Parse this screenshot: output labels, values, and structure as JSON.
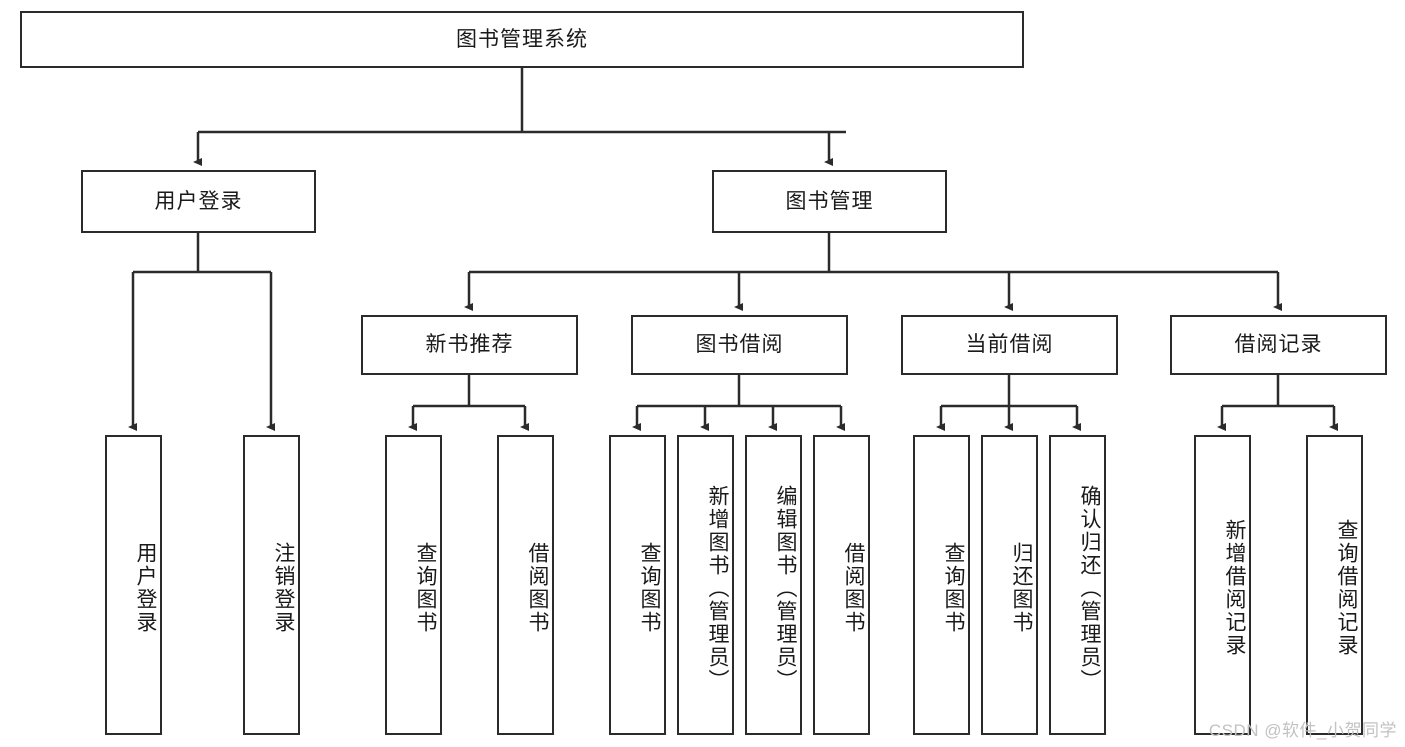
{
  "diagram": {
    "type": "tree",
    "title": "图书管理系统",
    "root": {
      "id": "root",
      "label": "图书管理系统",
      "orientation": "horizontal"
    },
    "level2": [
      {
        "id": "user-login",
        "label": "用户登录",
        "orientation": "horizontal"
      },
      {
        "id": "book-management",
        "label": "图书管理",
        "orientation": "horizontal"
      }
    ],
    "level3": [
      {
        "id": "new-book-recommend",
        "label": "新书推荐",
        "orientation": "horizontal",
        "parent": "book-management"
      },
      {
        "id": "book-borrow",
        "label": "图书借阅",
        "orientation": "horizontal",
        "parent": "book-management"
      },
      {
        "id": "current-borrow",
        "label": "当前借阅",
        "orientation": "horizontal",
        "parent": "book-management"
      },
      {
        "id": "borrow-record",
        "label": "借阅记录",
        "orientation": "horizontal",
        "parent": "book-management"
      }
    ],
    "leaves": [
      {
        "id": "leaf-user-login",
        "label": "用户登录",
        "parent": "user-login",
        "orientation": "vertical"
      },
      {
        "id": "leaf-logout",
        "label": "注销登录",
        "parent": "user-login",
        "orientation": "vertical"
      },
      {
        "id": "leaf-query-book-1",
        "label": "查询图书",
        "parent": "new-book-recommend",
        "orientation": "vertical"
      },
      {
        "id": "leaf-borrow-book-1",
        "label": "借阅图书",
        "parent": "new-book-recommend",
        "orientation": "vertical"
      },
      {
        "id": "leaf-query-book-2",
        "label": "查询图书",
        "parent": "book-borrow",
        "orientation": "vertical"
      },
      {
        "id": "leaf-add-book",
        "label": "新增图书（管理员）",
        "parent": "book-borrow",
        "orientation": "vertical"
      },
      {
        "id": "leaf-edit-book",
        "label": "编辑图书（管理员）",
        "parent": "book-borrow",
        "orientation": "vertical"
      },
      {
        "id": "leaf-borrow-book-2",
        "label": "借阅图书",
        "parent": "book-borrow",
        "orientation": "vertical"
      },
      {
        "id": "leaf-query-book-3",
        "label": "查询图书",
        "parent": "current-borrow",
        "orientation": "vertical"
      },
      {
        "id": "leaf-return-book",
        "label": "归还图书",
        "parent": "current-borrow",
        "orientation": "vertical"
      },
      {
        "id": "leaf-confirm-return",
        "label": "确认归还（管理员）",
        "parent": "current-borrow",
        "orientation": "vertical"
      },
      {
        "id": "leaf-add-record",
        "label": "新增借阅记录",
        "parent": "borrow-record",
        "orientation": "vertical"
      },
      {
        "id": "leaf-query-record",
        "label": "查询借阅记录",
        "parent": "borrow-record",
        "orientation": "vertical"
      }
    ],
    "colors": {
      "stroke": "#2b2b2b",
      "fill": "#ffffff",
      "text": "#1a1a1a",
      "watermark": "#c2c2c2"
    }
  },
  "watermark": {
    "text": "CSDN @软件_小贺同学"
  }
}
